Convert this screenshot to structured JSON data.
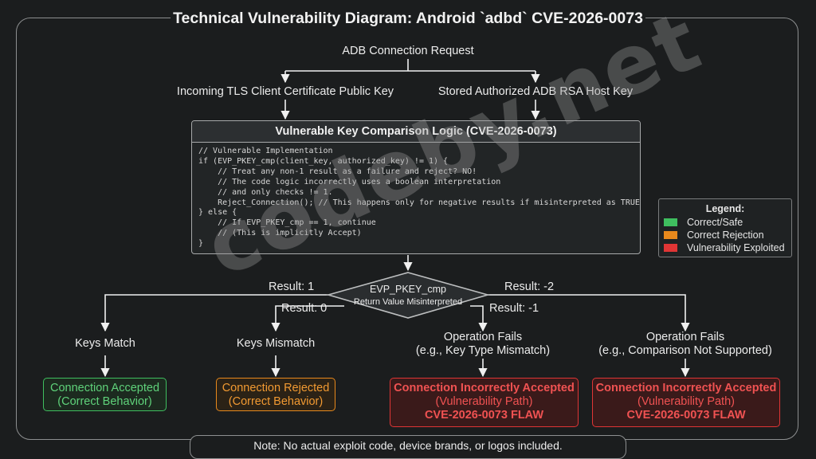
{
  "title": "Technical Vulnerability Diagram: Android `adbd` CVE-2026-0073",
  "request": "ADB Connection Request",
  "inputs": {
    "left": "Incoming TLS Client Certificate Public Key",
    "right": "Stored Authorized ADB RSA Host Key"
  },
  "code_box": {
    "heading": "Vulnerable Key Comparison Logic (CVE-2026-0073)",
    "lines": [
      "// Vulnerable Implementation",
      "if (EVP_PKEY_cmp(client_key, authorized_key) != 1) {",
      "    // Treat any non-1 result as a failure and reject? NO!",
      "    // The code logic incorrectly uses a boolean interpretation",
      "    // and only checks != 1.",
      "    Reject_Connection(); // This happens only for negative results if misinterpreted as TRUE",
      "} else {",
      "    // If EVP_PKEY_cmp == 1, continue",
      "    // (This is implicitly Accept)",
      "}"
    ]
  },
  "decision": {
    "line1": "EVP_PKEY_cmp",
    "line2": "Return Value Misinterpreted"
  },
  "results": {
    "r1": "Result: 1",
    "r0": "Result: 0",
    "rm1": "Result: -1",
    "rm2": "Result: -2"
  },
  "branches": {
    "match": "Keys Match",
    "mismatch": "Keys Mismatch",
    "fail1_line1": "Operation Fails",
    "fail1_line2": "(e.g., Key Type Mismatch)",
    "fail2_line1": "Operation Fails",
    "fail2_line2": "(e.g., Comparison Not Supported)"
  },
  "outcomes": {
    "accepted": {
      "line1": "Connection Accepted",
      "line2": "(Correct Behavior)"
    },
    "rejected": {
      "line1": "Connection Rejected",
      "line2": "(Correct Behavior)"
    },
    "flaw1": {
      "line1": "Connection Incorrectly Accepted",
      "line2": "(Vulnerability Path)",
      "line3": "CVE-2026-0073 FLAW"
    },
    "flaw2": {
      "line1": "Connection Incorrectly Accepted",
      "line2": "(Vulnerability Path)",
      "line3": "CVE-2026-0073 FLAW"
    }
  },
  "legend": {
    "title": "Legend:",
    "items": [
      {
        "label": "Correct/Safe",
        "color": "#3fbf5f"
      },
      {
        "label": "Correct Rejection",
        "color": "#e8891c"
      },
      {
        "label": "Vulnerability Exploited",
        "color": "#e03535"
      }
    ]
  },
  "colors": {
    "green": "#3fbf5f",
    "orange": "#e8891c",
    "red": "#e03535"
  },
  "note": "Note: No actual exploit code, device brands, or logos included.",
  "watermark": "codeby.net"
}
